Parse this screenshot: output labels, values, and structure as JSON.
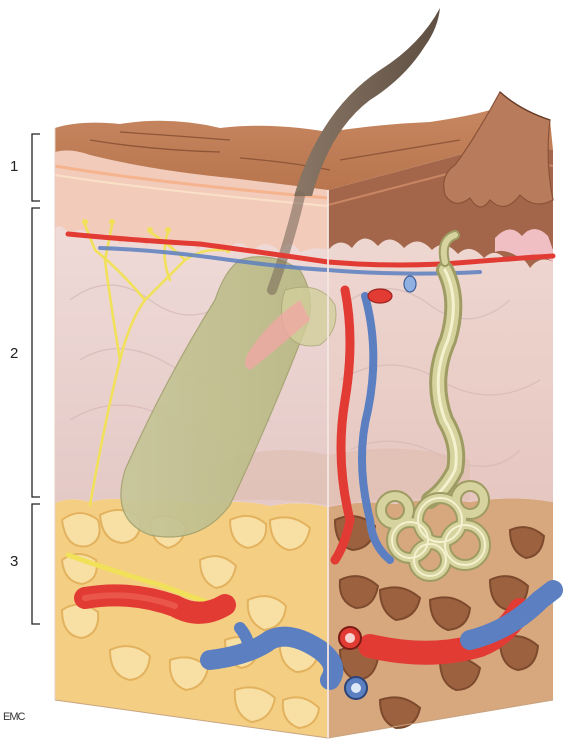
{
  "layers": [
    {
      "number": "1"
    },
    {
      "number": "2"
    },
    {
      "number": "3"
    }
  ],
  "watermark": "EMC",
  "colors": {
    "epidermis": "#f1c9b6",
    "dermis": "#ebd5d2",
    "hypodermis_fat": "#f6d58c",
    "dermis_right": "#9a5a41",
    "artery": "#e23b34",
    "vein": "#5b7fc0",
    "nerve": "#f2e25a",
    "gland": "#c9c98a",
    "hair_shaft": "#7b6a5a"
  }
}
